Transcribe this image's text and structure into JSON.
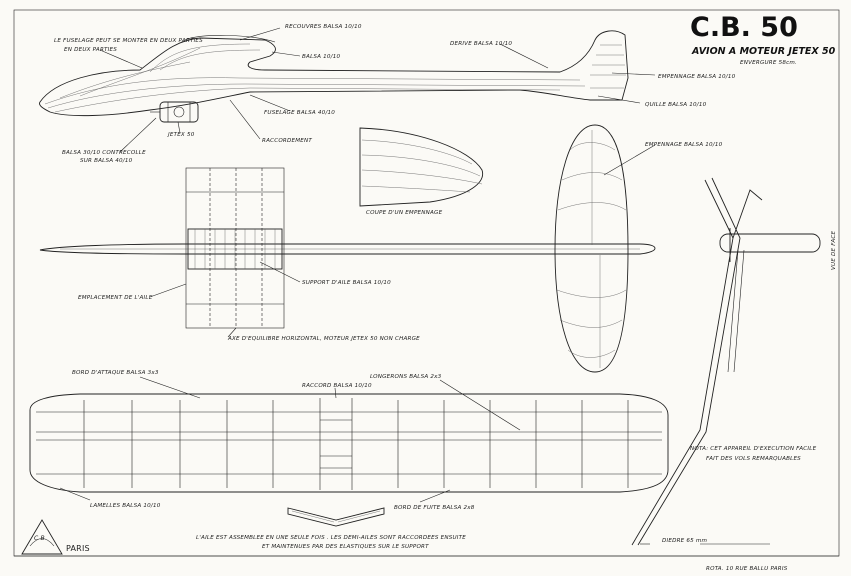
{
  "title": "C.B. 50",
  "subtitle": "AVION A MOTEUR JETEX 50",
  "span_note": "ENVERGURE 58cm.",
  "labels": {
    "fuselage_split": "LE FUSELAGE PEUT SE MONTER EN DEUX PARTIES",
    "fuselage_split_2": "EN DEUX PARTIES",
    "couvre": "RECOUVRES BALSA 10/10",
    "balsa_10": "BALSA 10/10",
    "fuselage": "FUSELAGE BALSA 40/10",
    "jetex": "JETEX 50",
    "raccordement": "RACCORDEMENT",
    "balsa_contre": "BALSA 30/10 CONTRECOLLE",
    "balsa_contre_2": "SUR BALSA 40/10",
    "derive": "DERIVE BALSA 10/10",
    "empennage_top": "EMPENNAGE BALSA 10/10",
    "quille": "QUILLE BALSA 10/10",
    "empennage_plan": "EMPENNAGE BALSA 10/10",
    "coupe_empennage": "COUPE D'UN EMPENNAGE",
    "support_aile": "SUPPORT D'AILE BALSA 10/10",
    "emplacement_aile": "EMPLACEMENT DE L'AILE",
    "axe": "AXE D'EQUILIBRE HORIZONTAL, MOTEUR JETEX 50 NON CHARGE",
    "vue_face": "VUE DE FACE",
    "bord_attaque": "BORD D'ATTAQUE BALSA 3x3",
    "raccord": "RACCORD BALSA 10/10",
    "longerons": "LONGERONS BALSA 2x3",
    "lamelles": "LAMELLES BALSA 10/10",
    "bord_fuite": "BORD DE FUITE BALSA 2x8",
    "note_1": "NOTA: CET APPAREIL D'EXECUTION FACILE",
    "note_2": "FAIT DES VOLS REMARQUABLES",
    "assemblage_1": "L'AILE EST ASSEMBLEE EN UNE SEULE FOIS . LES DEMI-AILES SONT RACCORDEES ENSUITE",
    "assemblage_2": "ET MAINTENUES PAR DES ELASTIQUES SUR LE SUPPORT",
    "diedre": "DIEDRE 65 mm",
    "paris": "PARIS",
    "address": "ROTA. 10 RUE BALLU    PARIS",
    "logo": "C B"
  }
}
